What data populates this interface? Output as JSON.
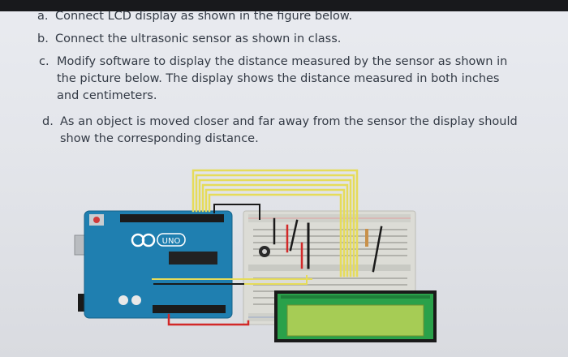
{
  "instructions": [
    {
      "marker": "a.",
      "text": "Connect LCD display as shown in the figure below."
    },
    {
      "marker": "b.",
      "text": "Connect the ultrasonic sensor as shown in class."
    },
    {
      "marker": "c.",
      "text": "Modify software to display the distance measured by the sensor as shown in the picture below. The display shows the distance measured in both inches and centimeters."
    },
    {
      "marker": "d.",
      "text": "As an object is moved closer and far away from the sensor the display should show the corresponding distance."
    }
  ],
  "figure": {
    "board_label": "UNO",
    "colors": {
      "board": "#1f7fb0",
      "breadboard": "#dcdcd6",
      "lcd_frame": "#2aa14a",
      "lcd_screen": "#a6cc55",
      "wire_yellow": "#e6dc5a",
      "wire_red": "#d22828",
      "wire_black": "#1a1a1a"
    }
  }
}
